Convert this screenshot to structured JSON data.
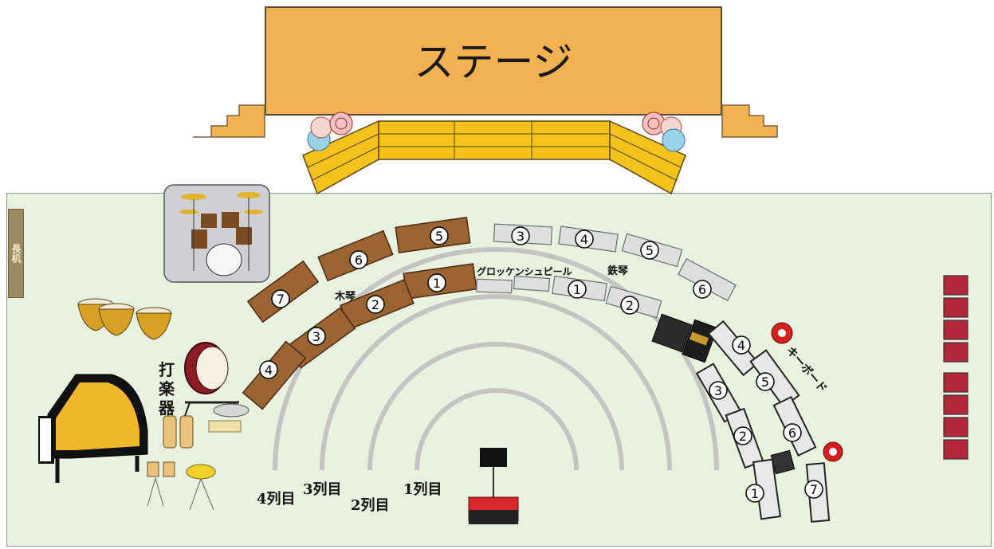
{
  "stage": {
    "label": "ステージ"
  },
  "podium_side_label": "長机",
  "sections": {
    "xylophone": "木琴",
    "glockenspiel": "グロッケンシュピール",
    "metallophone": "鉄琴",
    "keyboard": "キーボード",
    "percussion": "打楽器"
  },
  "rows": [
    "1列目",
    "2列目",
    "3列目",
    "4列目"
  ],
  "xylophone_numbers": [
    "1",
    "2",
    "3",
    "4",
    "5",
    "6",
    "7"
  ],
  "glockenspiel_numbers": [
    "3",
    "4",
    "5",
    "6"
  ],
  "metallophone_numbers": [
    "1",
    "2"
  ],
  "keyboard_inner_numbers": [
    "1",
    "2",
    "3",
    "4"
  ],
  "keyboard_outer_numbers": [
    "5",
    "6",
    "7"
  ],
  "colors": {
    "stage": "#f3b251",
    "riser": "#f5c21b",
    "floor": "#e9f1df",
    "arc": "#c7c7c7",
    "wood": "#8a5a2b",
    "podium": "#d8262a"
  }
}
